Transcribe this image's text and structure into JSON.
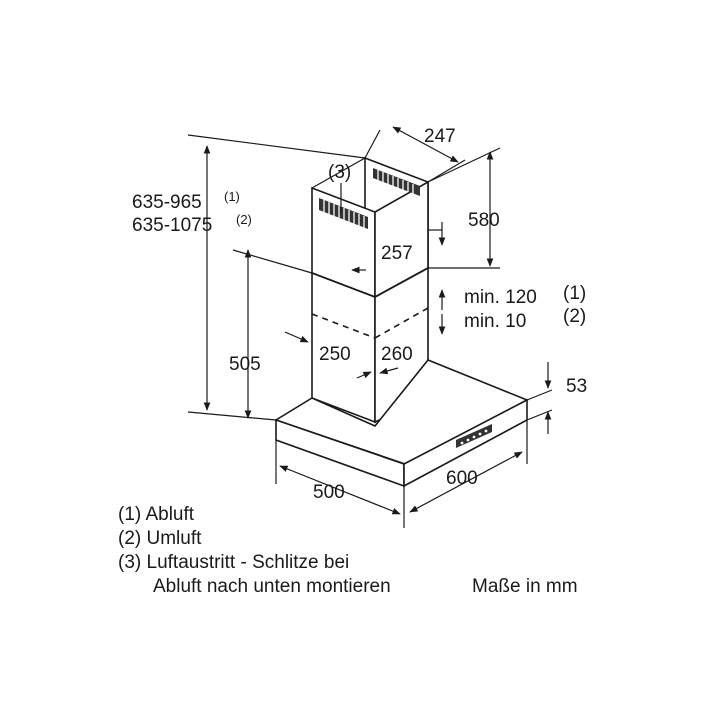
{
  "dimensions": {
    "total_height_abluft": "635-965",
    "total_height_umluft": "635-1075",
    "note_1": "(1)",
    "note_2": "(2)",
    "note_3": "(3)",
    "chimney_depth_top": "247",
    "upper_chimney_height": "580",
    "upper_chimney_width": "257",
    "min_abluft": "min. 120",
    "min_umluft": "min. 10",
    "lower_chimney_width": "250",
    "lower_chimney_depth": "260",
    "height_to_hood": "505",
    "hood_thickness": "53",
    "hood_width": "500",
    "hood_depth": "600"
  },
  "legend": {
    "item1": "(1) Abluft",
    "item2": "(2) Umluft",
    "item3_line1": "(3) Luftaustritt - Schlitze bei",
    "item3_line2": "Abluft nach unten montieren"
  },
  "units": "Maße in mm"
}
